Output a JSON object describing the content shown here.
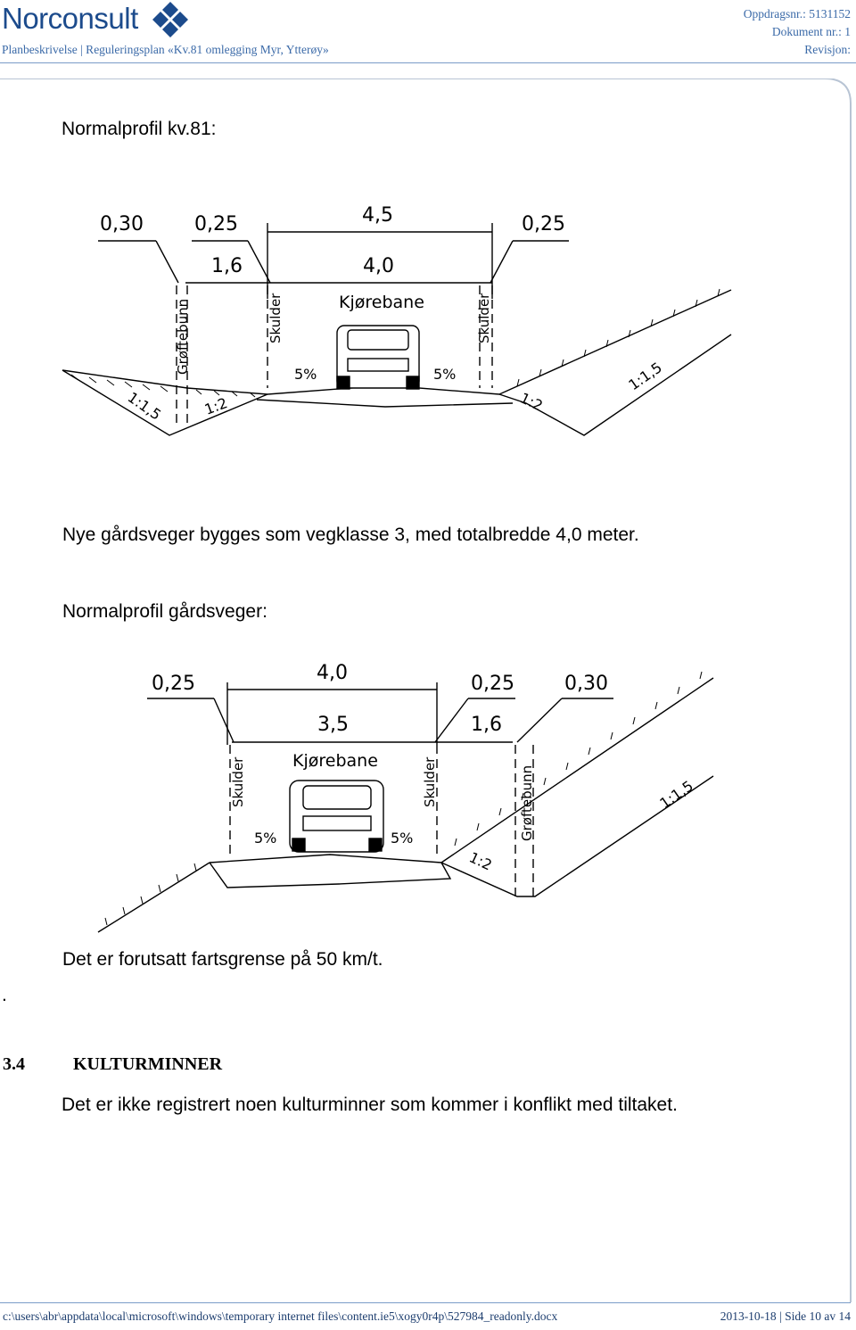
{
  "header": {
    "company": "Norconsult",
    "subtitle": "Planbeskrivelse | Reguleringsplan «Kv.81 omlegging Myr, Ytterøy»",
    "assignment": "Oppdragsnr.: 5131152",
    "document": "Dokument nr.: 1",
    "revision": "Revisjon:"
  },
  "section1": {
    "heading": "Normalprofil kv.81:",
    "figure": {
      "dims_top": [
        "0,30",
        "0,25",
        "4,5",
        "0,25"
      ],
      "dims_mid": [
        "1,6",
        "4,0"
      ],
      "labels": {
        "roadway": "Kjørebane",
        "shoulder": "Skulder",
        "ditch": "Grøftebunn"
      },
      "slopes": [
        "5%",
        "5%",
        "1:1,5",
        "1:2",
        "1:2",
        "1:1,5"
      ]
    }
  },
  "para_farm_roads": "Nye gårdsveger bygges som vegklasse 3, med totalbredde 4,0 meter.",
  "section2": {
    "heading": "Normalprofil gårdsveger:",
    "figure": {
      "dims_top": [
        "0,25",
        "4,0",
        "0,25",
        "0,30"
      ],
      "dims_mid": [
        "3,5",
        "1,6"
      ],
      "labels": {
        "roadway": "Kjørebane",
        "shoulder": "Skulder",
        "ditch": "Grøftebunn"
      },
      "slopes": [
        "5%",
        "5%",
        "1:2",
        "1:1,5"
      ]
    }
  },
  "stray_dot": ".",
  "para_speed": "Det er forutsatt fartsgrense på 50 km/t.",
  "section34": {
    "number": "3.4",
    "title": "KULTURMINNER",
    "text": "Det er ikke registrert noen kulturminner som kommer i konflikt med tiltaket."
  },
  "footer": {
    "path": "c:\\users\\abr\\appdata\\local\\microsoft\\windows\\temporary internet files\\content.ie5\\xogy0r4p\\527984_readonly.docx",
    "page_info": "2013-10-18 | Side 10 av 14"
  }
}
